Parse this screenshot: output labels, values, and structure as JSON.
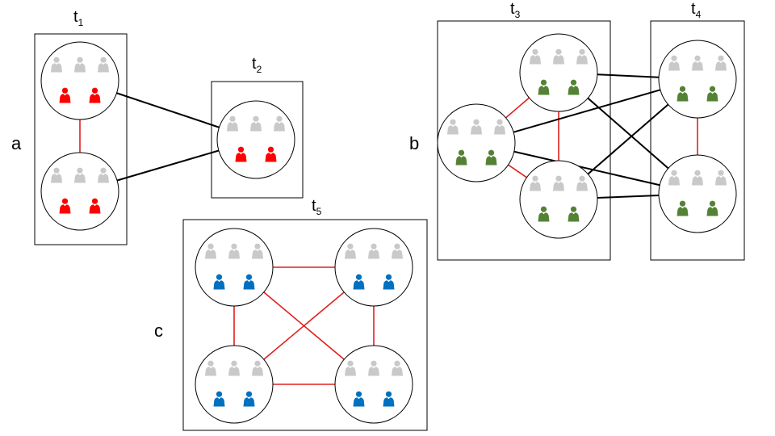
{
  "sections": [
    {
      "id": "a",
      "label": "a",
      "panels": [
        {
          "id": "t1",
          "base": "t",
          "sub": "1"
        },
        {
          "id": "t2",
          "base": "t",
          "sub": "2"
        }
      ]
    },
    {
      "id": "b",
      "label": "b",
      "panels": [
        {
          "id": "t3",
          "base": "t",
          "sub": "3"
        },
        {
          "id": "t4",
          "base": "t",
          "sub": "4"
        }
      ]
    },
    {
      "id": "c",
      "label": "c",
      "panels": [
        {
          "id": "t5",
          "base": "t",
          "sub": "5"
        }
      ]
    }
  ],
  "groups": [
    {
      "id": "a1",
      "panel": "t1",
      "gray_people": 3,
      "colored_people": 2,
      "color": "red"
    },
    {
      "id": "a2",
      "panel": "t1",
      "gray_people": 3,
      "colored_people": 2,
      "color": "red"
    },
    {
      "id": "a3",
      "panel": "t2",
      "gray_people": 3,
      "colored_people": 2,
      "color": "red"
    },
    {
      "id": "b1",
      "panel": "t3",
      "gray_people": 3,
      "colored_people": 2,
      "color": "green"
    },
    {
      "id": "b2",
      "panel": "t3",
      "gray_people": 3,
      "colored_people": 2,
      "color": "green"
    },
    {
      "id": "b3",
      "panel": "t3",
      "gray_people": 3,
      "colored_people": 2,
      "color": "green"
    },
    {
      "id": "b4",
      "panel": "t4",
      "gray_people": 3,
      "colored_people": 2,
      "color": "green"
    },
    {
      "id": "b5",
      "panel": "t4",
      "gray_people": 3,
      "colored_people": 2,
      "color": "green"
    },
    {
      "id": "c1",
      "panel": "t5",
      "gray_people": 3,
      "colored_people": 2,
      "color": "blue"
    },
    {
      "id": "c2",
      "panel": "t5",
      "gray_people": 3,
      "colored_people": 2,
      "color": "blue"
    },
    {
      "id": "c3",
      "panel": "t5",
      "gray_people": 3,
      "colored_people": 2,
      "color": "blue"
    },
    {
      "id": "c4",
      "panel": "t5",
      "gray_people": 3,
      "colored_people": 2,
      "color": "blue"
    }
  ],
  "links": [
    {
      "from": "a1",
      "to": "a2",
      "kind": "within"
    },
    {
      "from": "a1",
      "to": "a3",
      "kind": "between"
    },
    {
      "from": "a2",
      "to": "a3",
      "kind": "between"
    },
    {
      "from": "b1",
      "to": "b2",
      "kind": "within"
    },
    {
      "from": "b1",
      "to": "b3",
      "kind": "within"
    },
    {
      "from": "b2",
      "to": "b3",
      "kind": "within"
    },
    {
      "from": "b4",
      "to": "b5",
      "kind": "within"
    },
    {
      "from": "b1",
      "to": "b4",
      "kind": "between"
    },
    {
      "from": "b1",
      "to": "b5",
      "kind": "between"
    },
    {
      "from": "b2",
      "to": "b4",
      "kind": "between"
    },
    {
      "from": "b2",
      "to": "b5",
      "kind": "between"
    },
    {
      "from": "b3",
      "to": "b4",
      "kind": "between"
    },
    {
      "from": "b3",
      "to": "b5",
      "kind": "between"
    },
    {
      "from": "c1",
      "to": "c2",
      "kind": "within"
    },
    {
      "from": "c1",
      "to": "c3",
      "kind": "within"
    },
    {
      "from": "c1",
      "to": "c4",
      "kind": "within"
    },
    {
      "from": "c2",
      "to": "c3",
      "kind": "within"
    },
    {
      "from": "c2",
      "to": "c4",
      "kind": "within"
    },
    {
      "from": "c3",
      "to": "c4",
      "kind": "within"
    }
  ],
  "colors": {
    "gray_person": "#c9c9c9",
    "red": "#ff0000",
    "green": "#548235",
    "blue": "#0070c0",
    "within_link": "#e02020",
    "between_link": "#000000",
    "outline": "#000000"
  }
}
